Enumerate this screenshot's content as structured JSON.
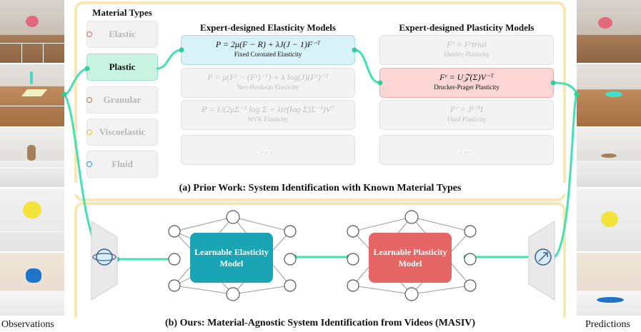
{
  "labels": {
    "observations": "Observations",
    "predictions": "Predictions"
  },
  "prior_work": {
    "caption": "(a) Prior Work: System Identification with Known Material Types",
    "material_types_title": "Material Types",
    "material_types": [
      {
        "label": "Elastic",
        "active": false,
        "dot_color": "#d96b6b"
      },
      {
        "label": "Plastic",
        "active": true,
        "dot_color": "#2fcf9a"
      },
      {
        "label": "Granular",
        "active": false,
        "dot_color": "#b07a4a"
      },
      {
        "label": "Viscoelastic",
        "active": false,
        "dot_color": "#d8c842"
      },
      {
        "label": "Fluid",
        "active": false,
        "dot_color": "#3a8ec7"
      }
    ],
    "elasticity_title": "Expert-designed Elasticity Models",
    "elasticity_models": [
      {
        "equation": "P = 2μ(F − R) + λJ(J − 1)F⁻ᵀ",
        "name": "Fixed Corotated Elasticity",
        "selected": true
      },
      {
        "equation": "P = μ(Fᵉ − (Fᵉ)⁻ᵀ) + λ log(J)(Fᵉ)⁻ᵀ",
        "name": "Neo-Hookean Elasticity",
        "selected": false
      },
      {
        "equation": "P = U(2μΣ⁻¹ log Σ + λtr(log Σ)Σ⁻¹)Vᵀ",
        "name": "StVK Elasticity",
        "selected": false
      },
      {
        "equation": "...",
        "name": "",
        "selected": false
      }
    ],
    "plasticity_title": "Expert-designed Plasticity Models",
    "plasticity_models": [
      {
        "equation": "Fᵉ = Fᵉtrial",
        "name": "Identity Plasticity",
        "selected": false
      },
      {
        "equation": "Fᵉ = U𝒵(Σ)V⁻ᵀ",
        "name": "Drucker-Prager Plasticity",
        "selected": true
      },
      {
        "equation": "Fᵉ = J¹ᐟ³I",
        "name": "Fluid Plasticity",
        "selected": false
      },
      {
        "equation": "...",
        "name": "",
        "selected": false
      }
    ]
  },
  "ours": {
    "caption": "(b) Ours: Material-Agnostic System Identification from Videos (MASIV)",
    "elasticity_box": "Learnable Elasticity Model",
    "plasticity_box": "Learnable Plasticity Model",
    "elasticity_color": "#1aa5b5",
    "plasticity_color": "#e66565"
  },
  "colors": {
    "connector": "#43e0b2",
    "panel_border": "#f7e7b5"
  }
}
